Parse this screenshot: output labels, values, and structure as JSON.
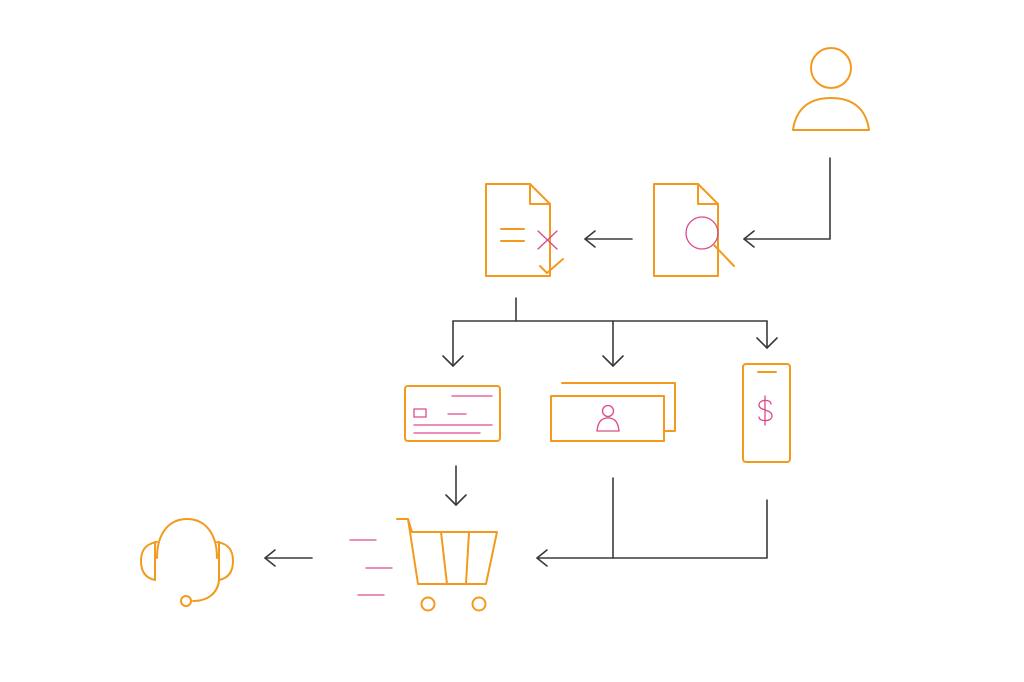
{
  "colors": {
    "icon_primary": "#F39A1E",
    "icon_accent": "#D94A8C",
    "connector": "#3A3A3A",
    "background": "#FFFFFF"
  },
  "nodes": [
    {
      "id": "customer",
      "icon": "user-icon"
    },
    {
      "id": "document-review",
      "icon": "document-magnifier-icon"
    },
    {
      "id": "document-approval",
      "icon": "document-check-icon"
    },
    {
      "id": "card-payment",
      "icon": "credit-card-icon"
    },
    {
      "id": "identity-card",
      "icon": "id-card-icon"
    },
    {
      "id": "mobile-payment",
      "icon": "mobile-dollar-icon"
    },
    {
      "id": "checkout",
      "icon": "shopping-cart-icon"
    },
    {
      "id": "support",
      "icon": "headset-icon"
    }
  ],
  "edges": [
    {
      "from": "customer",
      "to": "document-review"
    },
    {
      "from": "document-review",
      "to": "document-approval"
    },
    {
      "from": "document-approval",
      "to": "card-payment"
    },
    {
      "from": "document-approval",
      "to": "identity-card"
    },
    {
      "from": "document-approval",
      "to": "mobile-payment"
    },
    {
      "from": "card-payment",
      "to": "checkout"
    },
    {
      "from": "identity-card",
      "to": "checkout"
    },
    {
      "from": "mobile-payment",
      "to": "checkout"
    },
    {
      "from": "checkout",
      "to": "support"
    }
  ]
}
